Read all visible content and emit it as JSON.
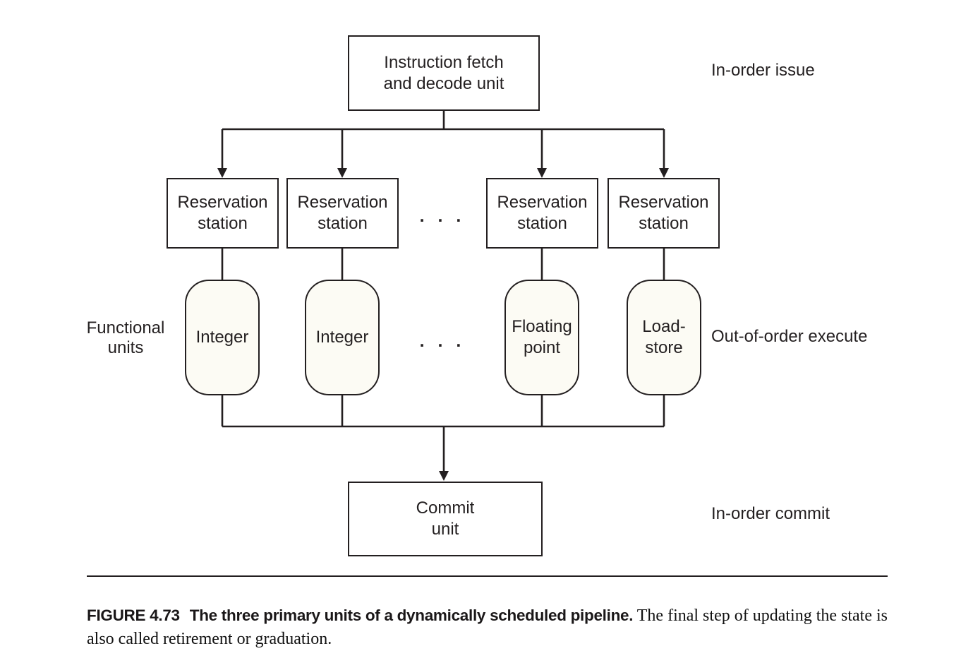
{
  "diagram": {
    "fetch_unit": {
      "label": "Instruction fetch\nand decode unit"
    },
    "reservation_stations": [
      {
        "label": "Reservation\nstation"
      },
      {
        "label": "Reservation\nstation"
      },
      {
        "label": "Reservation\nstation"
      },
      {
        "label": "Reservation\nstation"
      }
    ],
    "functional_units": [
      {
        "label": "Integer"
      },
      {
        "label": "Integer"
      },
      {
        "label": "Floating\npoint"
      },
      {
        "label": "Load-\nstore"
      }
    ],
    "commit_unit": {
      "label": "Commit\nunit"
    },
    "ellipsis": ". . .",
    "functional_units_label": "Functional\nunits",
    "side_labels": {
      "issue": "In-order issue",
      "execute": "Out-of-order execute",
      "commit": "In-order commit"
    }
  },
  "caption": {
    "figure_tag": "FIGURE 4.73",
    "bold_title": "The three primary units of a dynamically scheduled pipeline.",
    "body": "The final step of updating the state is also called retirement or graduation."
  },
  "colors": {
    "line": "#231f20",
    "functional_unit_fill": "#fcfbf4",
    "background": "#ffffff"
  }
}
